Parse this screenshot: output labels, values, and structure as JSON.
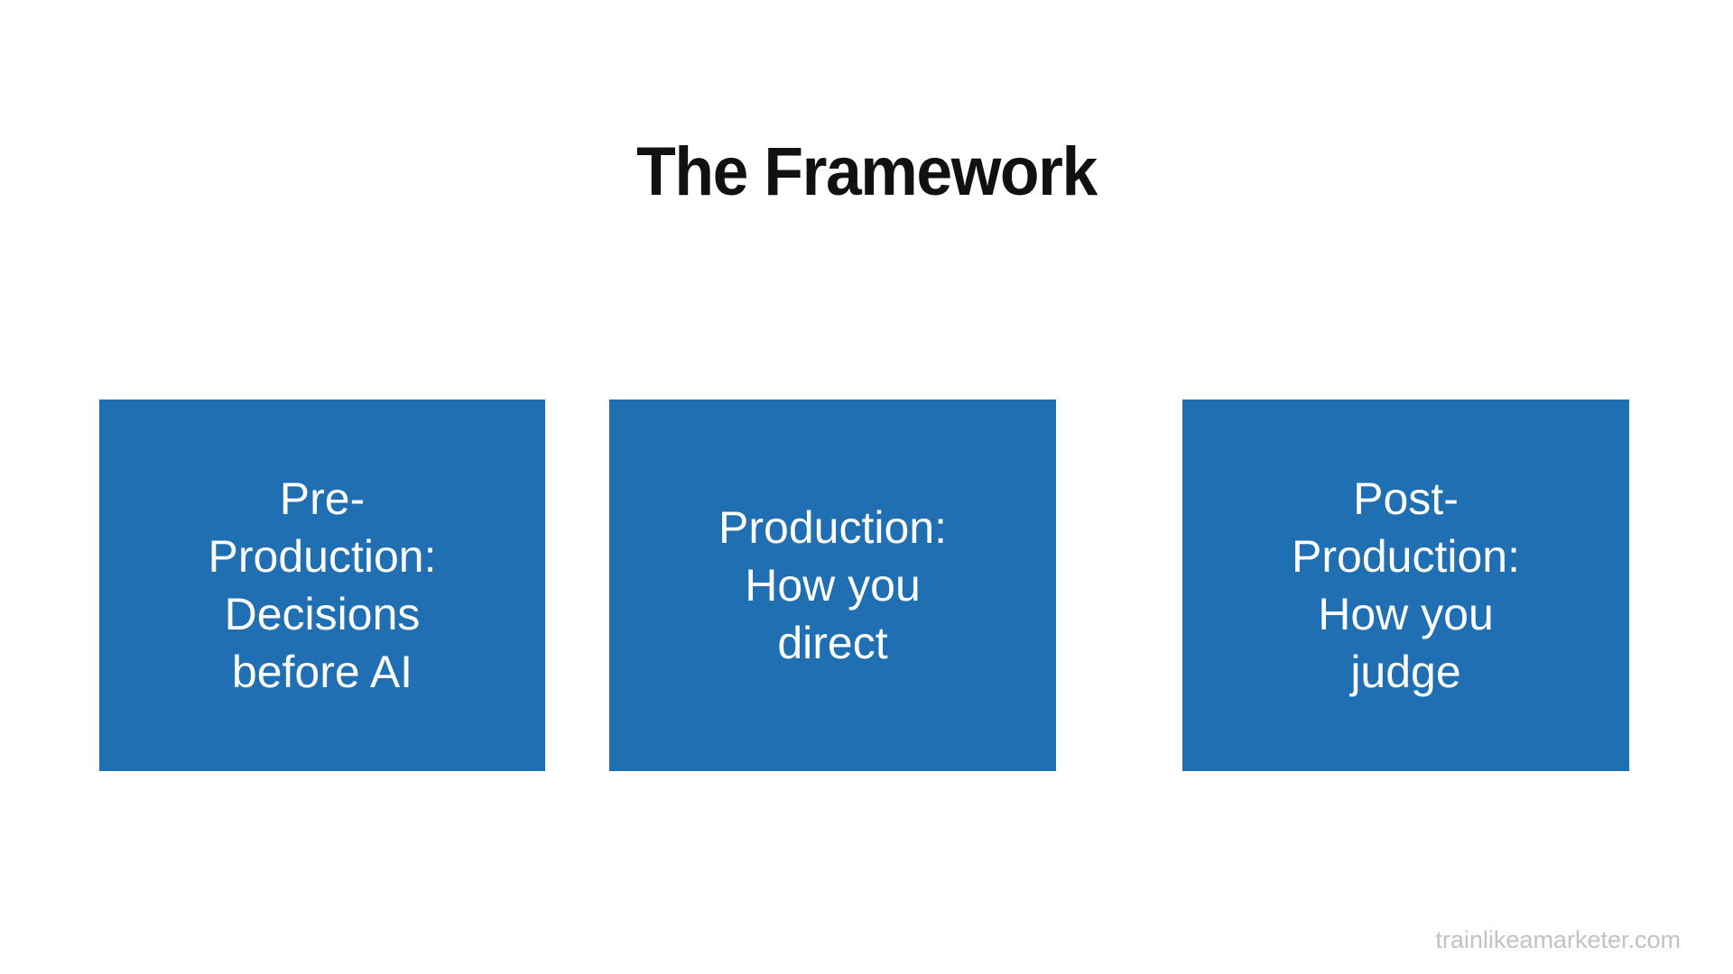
{
  "slide": {
    "title": "The Framework",
    "background_color": "#ffffff",
    "title_color": "#111111",
    "accent_color": "#1f6fb2",
    "card_text_color": "#ffffff",
    "footer_color": "#c2c2c2"
  },
  "cards": [
    {
      "id": "pre-production",
      "text": "Pre-\nProduction:\nDecisions\nbefore AI",
      "lines": [
        "Pre-",
        "Production:",
        "Decisions",
        "before AI"
      ],
      "fill": "#1f6fb2"
    },
    {
      "id": "production",
      "text": "Production:\nHow you\ndirect",
      "lines": [
        "Production:",
        "How you",
        "direct"
      ],
      "fill": "#1f6fb2"
    },
    {
      "id": "post-production",
      "text": "Post-\nProduction:\nHow you\njudge",
      "lines": [
        "Post-",
        "Production:",
        "How you",
        "judge"
      ],
      "fill": "#1f6fb2"
    }
  ],
  "footer": {
    "watermark": "trainlikeamarketer.com"
  }
}
